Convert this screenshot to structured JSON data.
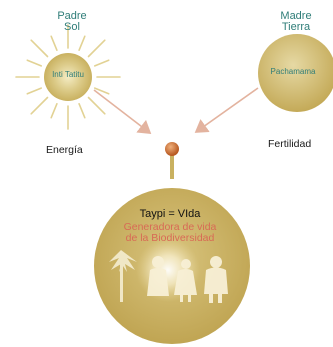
{
  "sun": {
    "title_line1": "Padre",
    "title_line2": "Sol",
    "label": "Inti Tatitu",
    "caption": "Energía"
  },
  "earth": {
    "title_line1": "Madre",
    "title_line2": "Tierra",
    "label": "Pachamama",
    "caption": "Fertilidad"
  },
  "center": {
    "title": "Taypi = VIda",
    "subtitle_line1": "Generadora de vida",
    "subtitle_line2": "de la Biodiversidad"
  },
  "colors": {
    "gold": "#c9b160",
    "teal_text": "#2f7d78",
    "arrow": "#e3b39f",
    "subtitle": "#d86a55",
    "node": "#c8652c"
  }
}
